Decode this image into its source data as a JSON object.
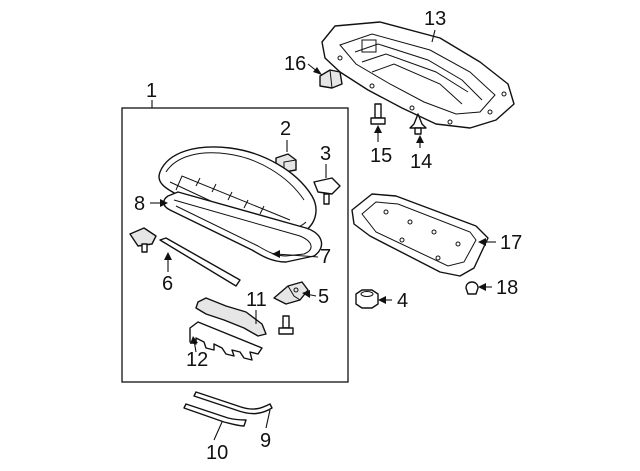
{
  "diagram": {
    "callouts": [
      {
        "id": "c1",
        "text": "1"
      },
      {
        "id": "c2",
        "text": "2"
      },
      {
        "id": "c3",
        "text": "3"
      },
      {
        "id": "c4",
        "text": "4"
      },
      {
        "id": "c5",
        "text": "5"
      },
      {
        "id": "c6",
        "text": "6"
      },
      {
        "id": "c7",
        "text": "7"
      },
      {
        "id": "c8",
        "text": "8"
      },
      {
        "id": "c9",
        "text": "9"
      },
      {
        "id": "c10",
        "text": "10"
      },
      {
        "id": "c11",
        "text": "11"
      },
      {
        "id": "c12",
        "text": "12"
      },
      {
        "id": "c13",
        "text": "13"
      },
      {
        "id": "c14",
        "text": "14"
      },
      {
        "id": "c15",
        "text": "15"
      },
      {
        "id": "c16",
        "text": "16"
      },
      {
        "id": "c17",
        "text": "17"
      },
      {
        "id": "c18",
        "text": "18"
      }
    ],
    "colors": {
      "line": "#111111",
      "background": "#ffffff",
      "part_fill": "#ffffff",
      "shade_fill": "#e6e6e6"
    }
  }
}
